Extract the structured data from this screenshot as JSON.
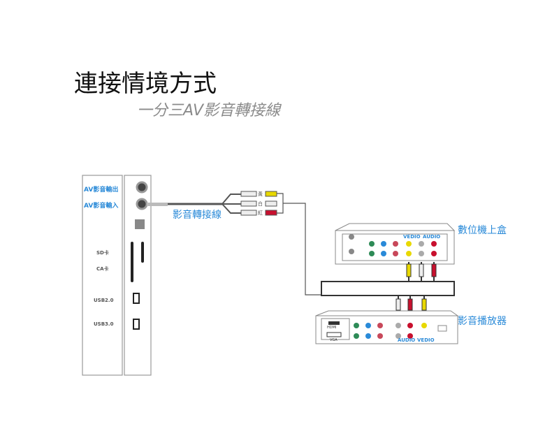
{
  "title": "連接情境方式",
  "subtitle": "一分三AV影音轉接線",
  "tv_panel": {
    "av_out": "AV影音輸出",
    "av_in": "AV影音輸入",
    "sd": "SD卡",
    "ca": "CA卡",
    "usb2": "USB2.0",
    "usb3": "USB3.0"
  },
  "cable_label": "影音轉接線",
  "cable_colors": {
    "yellow": "黃",
    "white": "白",
    "red": "紅"
  },
  "set_top_box": {
    "label": "數位機上盒",
    "video": "VEDIO",
    "audio": "AUDIO"
  },
  "player": {
    "label": "影音播放器",
    "video": "VEDIO",
    "audio": "AUDIO",
    "hdmi": "HDMI",
    "vga": "VGA"
  },
  "colors": {
    "accent": "#2a8ad8",
    "yellow": "#e8d800",
    "red": "#c8102e"
  }
}
